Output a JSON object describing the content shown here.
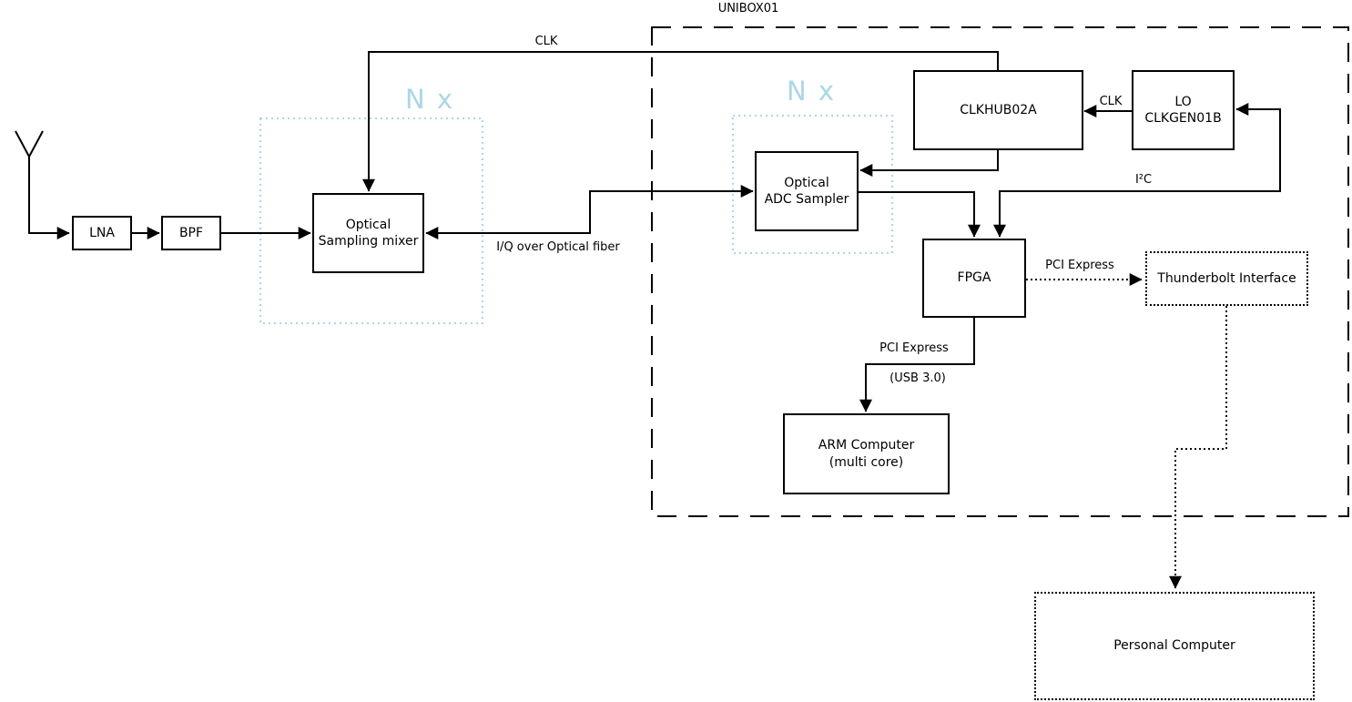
{
  "diagram": {
    "container_title": "UNIBOX01",
    "colors": {
      "line": "#000000",
      "accent_blue": "#aad7e6",
      "background": "#ffffff"
    },
    "blocks": {
      "lna": {
        "label": "LNA"
      },
      "bpf": {
        "label": "BPF"
      },
      "sampling_mixer": {
        "label": "Optical\nSampling mixer"
      },
      "adc_sampler": {
        "label": "Optical\nADC Sampler"
      },
      "clkhub": {
        "label": "CLKHUB02A"
      },
      "lo_clkgen": {
        "label": "LO\nCLKGEN01B"
      },
      "fpga": {
        "label": "FPGA"
      },
      "arm_computer": {
        "label": "ARM Computer\n(multi core)"
      },
      "thunderbolt": {
        "label": "Thunderbolt Interface"
      },
      "personal_computer": {
        "label": "Personal Computer"
      }
    },
    "groups": {
      "nx_left": "N x",
      "nx_right": "N x"
    },
    "edge_labels": {
      "clk_top": "CLK",
      "clk_lo_to_hub": "CLK",
      "i2c": "I²C",
      "iq_fiber": "I/Q over Optical fiber",
      "pci_express_thunderbolt": "PCI Express",
      "pci_express_arm": "PCI Express",
      "usb": "(USB 3.0)"
    }
  }
}
